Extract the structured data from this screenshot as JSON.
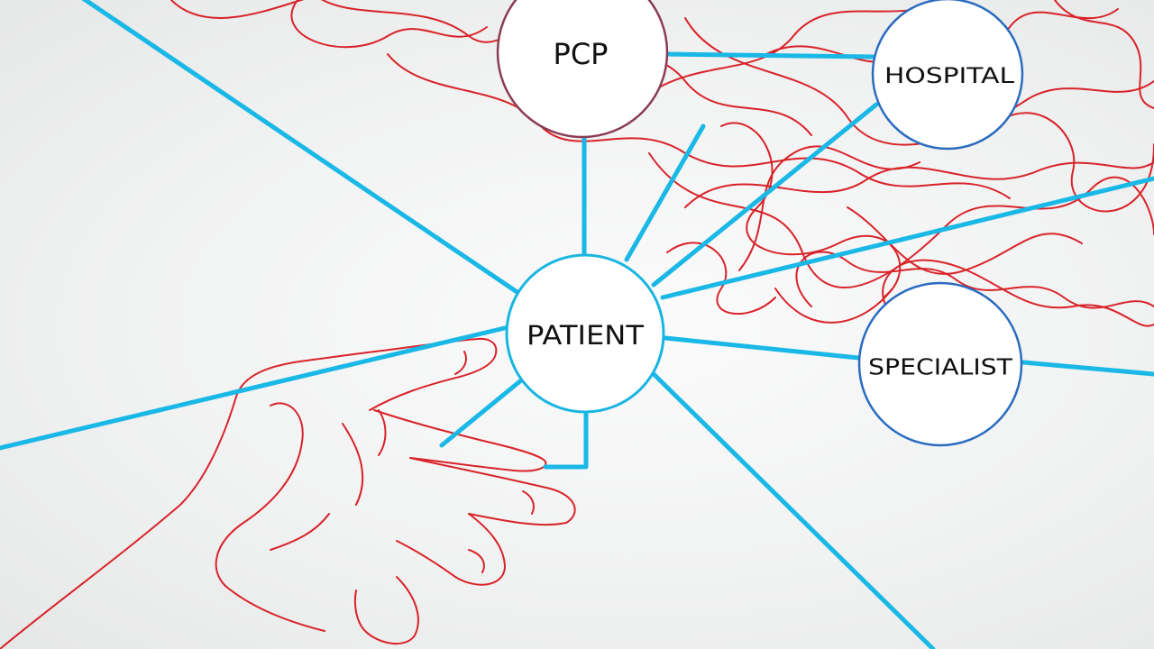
{
  "colors": {
    "connection": "#1ab8e6",
    "tangle": "#d8232a",
    "hand_outline": "#d8232a",
    "node_fill": "#ffffff",
    "patient_ring": "#19b5e2",
    "pcp_ring": "#8a3c52",
    "hospital_ring": "#2b6cc0",
    "specialist_ring": "#2b6cc0",
    "label_text": "#111111"
  },
  "nodes": {
    "patient": {
      "label": "PATIENT"
    },
    "pcp": {
      "label": "PCP"
    },
    "hospital": {
      "label": "HOSPITAL"
    },
    "specialist": {
      "label": "SPECIALIST"
    }
  }
}
